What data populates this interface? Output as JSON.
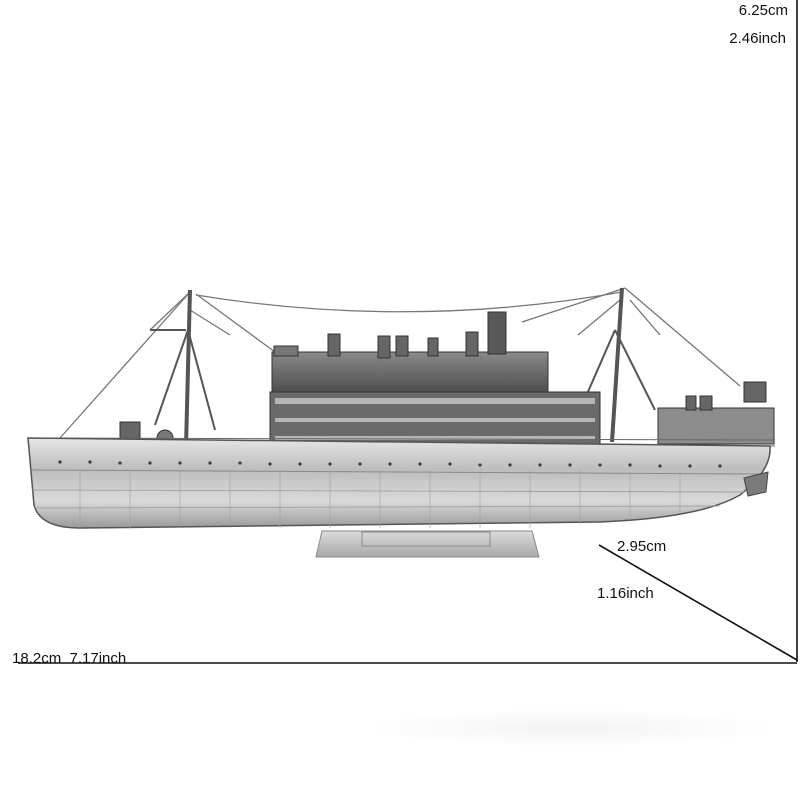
{
  "dimensions": {
    "height_cm": "6.25cm",
    "height_inch": "2.46inch",
    "depth_cm": "2.95cm",
    "depth_inch": "1.16inch",
    "width_label": "18.2cm  7.17inch"
  },
  "product": {
    "subject": "metal-ship-model",
    "color_main": "#c9c9c9",
    "color_dark": "#4a4a4a"
  }
}
